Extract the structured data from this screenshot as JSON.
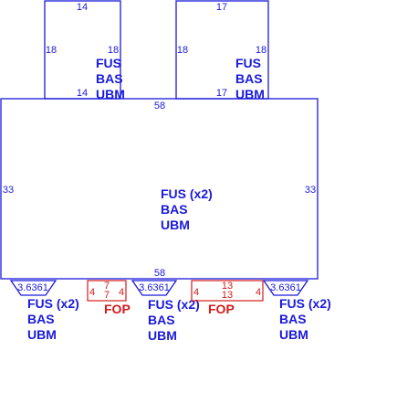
{
  "colors": {
    "outline": "#1a1adc",
    "fop": "#d41a1a",
    "background": "#ffffff"
  },
  "upper_left_panel": {
    "top_dim": "14",
    "left_dim": "18",
    "right_dim": "18",
    "bottom_dim": "14",
    "labels": [
      "FUS",
      "BAS",
      "UBM"
    ]
  },
  "upper_right_panel": {
    "top_dim": "17",
    "left_dim": "18",
    "right_dim": "18",
    "bottom_dim": "17",
    "labels": [
      "FUS",
      "BAS",
      "UBM"
    ]
  },
  "main_panel": {
    "top_dim": "58",
    "left_dim": "33",
    "right_dim": "33",
    "bottom_dim": "58",
    "labels": [
      "FUS (x2)",
      "BAS",
      "UBM"
    ]
  },
  "feet": [
    {
      "dims": "3.6361",
      "labels": [
        "FUS (x2)",
        "BAS",
        "UBM"
      ]
    },
    {
      "dims": "3.6361",
      "labels": [
        "FUS (x2)",
        "BAS",
        "UBM"
      ]
    },
    {
      "dims": "3.6361",
      "labels": [
        "FUS (x2)",
        "BAS",
        "UBM"
      ]
    }
  ],
  "fop_left": {
    "top_dim": "7",
    "inner_dim": "7",
    "left_dim": "4",
    "right_dim": "4",
    "label": "FOP"
  },
  "fop_right": {
    "top_dim": "13",
    "inner_dim": "13",
    "left_dim": "4",
    "right_dim": "4",
    "label": "FOP"
  }
}
